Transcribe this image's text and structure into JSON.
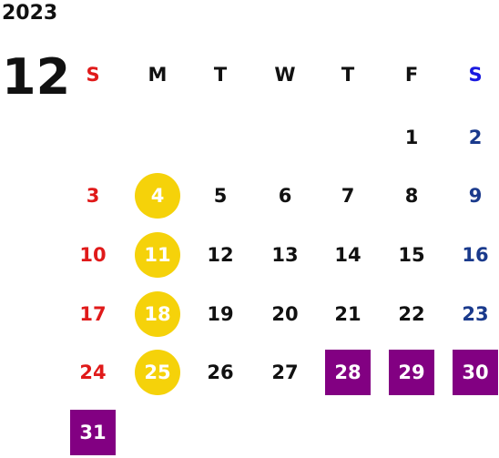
{
  "year": "2023",
  "month": "12",
  "weekdays": [
    "S",
    "M",
    "T",
    "W",
    "T",
    "F",
    "S"
  ],
  "days": {
    "d1": "1",
    "d2": "2",
    "d3": "3",
    "d4": "4",
    "d5": "5",
    "d6": "6",
    "d7": "7",
    "d8": "8",
    "d9": "9",
    "d10": "10",
    "d11": "11",
    "d12": "12",
    "d13": "13",
    "d14": "14",
    "d15": "15",
    "d16": "16",
    "d17": "17",
    "d18": "18",
    "d19": "19",
    "d20": "20",
    "d21": "21",
    "d22": "22",
    "d23": "23",
    "d24": "24",
    "d25": "25",
    "d26": "26",
    "d27": "27",
    "d28": "28",
    "d29": "29",
    "d30": "30",
    "d31": "31"
  },
  "colors": {
    "sunday": "#e01a1a",
    "saturday": "#1a3a8c",
    "saturday_header": "#1a1ae0",
    "circle_highlight": "#f5d20a",
    "square_highlight": "#820082"
  }
}
